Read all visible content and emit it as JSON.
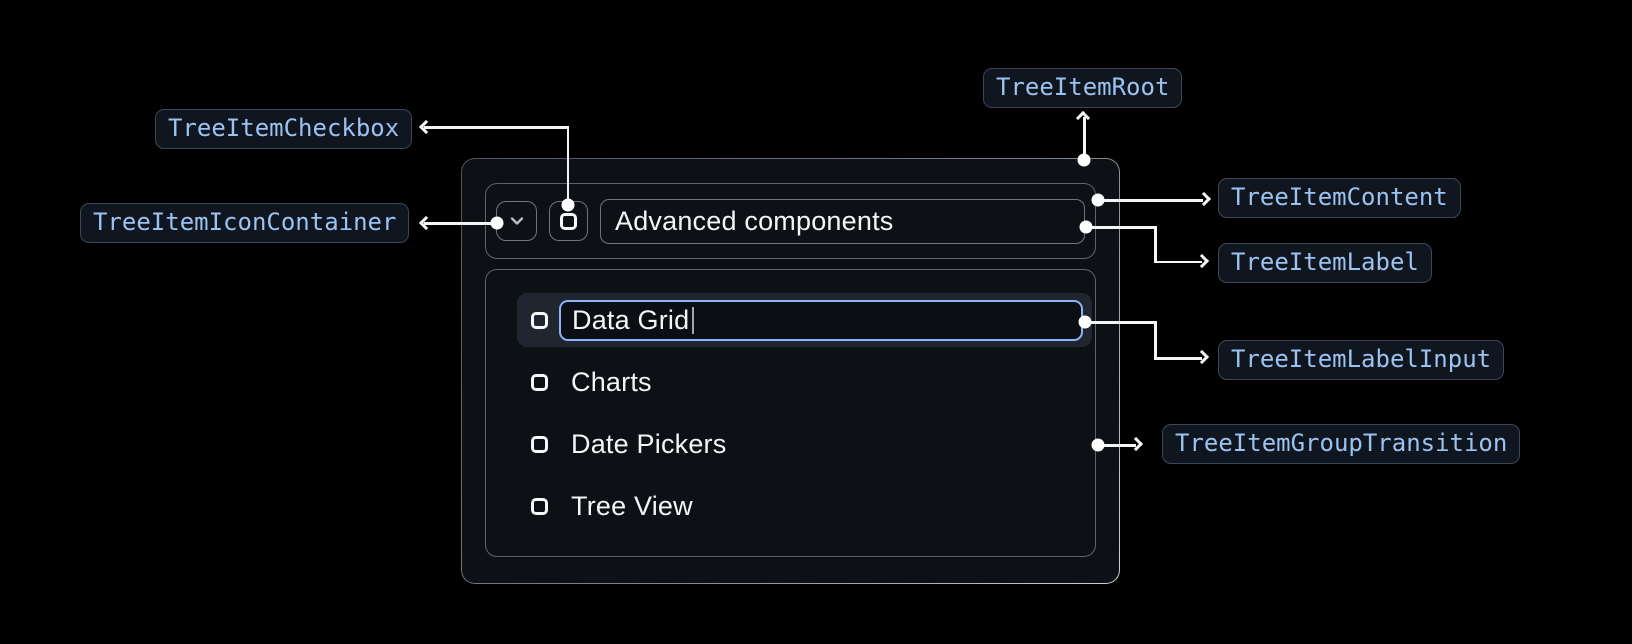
{
  "annotations": {
    "tree_item_checkbox": "TreeItemCheckbox",
    "tree_item_icon_container": "TreeItemIconContainer",
    "tree_item_root": "TreeItemRoot",
    "tree_item_content": "TreeItemContent",
    "tree_item_label": "TreeItemLabel",
    "tree_item_label_input": "TreeItemLabelInput",
    "tree_item_group_transition": "TreeItemGroupTransition"
  },
  "tree": {
    "parent": {
      "label": "Advanced components"
    },
    "edited_item": {
      "input_value": "Data Grid"
    },
    "children": [
      {
        "label": "Charts"
      },
      {
        "label": "Date Pickers"
      },
      {
        "label": "Tree View"
      }
    ]
  },
  "icons": {
    "expand": "chevron-down-icon",
    "checkbox": "checkbox-unchecked-icon"
  },
  "colors": {
    "background": "#000000",
    "input_focus_border": "#8ab4f8",
    "badge_text": "#9cc2f0",
    "badge_background": "#10161f",
    "row_highlight": "#20262f",
    "leader_line": "#f3f5f7"
  }
}
